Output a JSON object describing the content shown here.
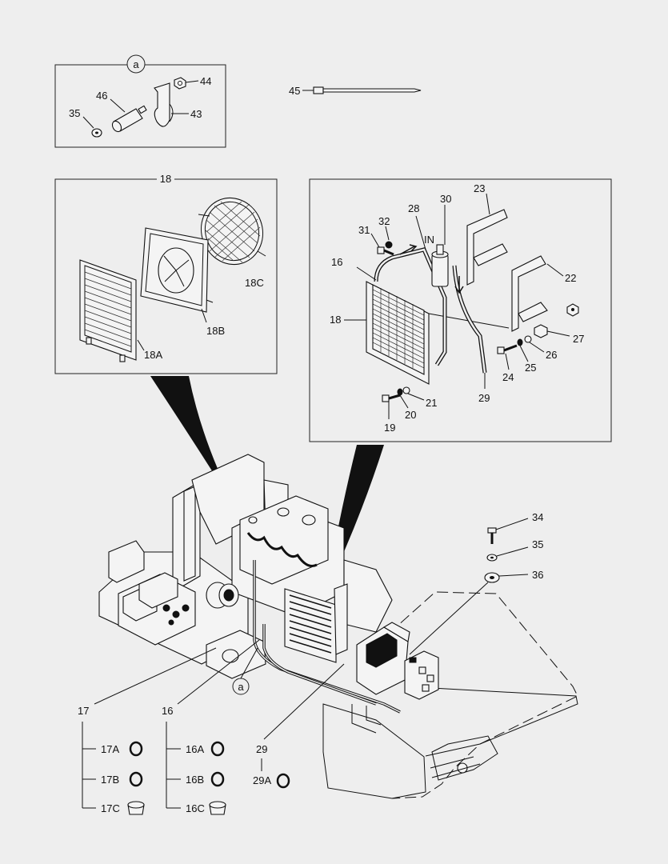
{
  "diagram": {
    "detail_a": {
      "circle_label": "a",
      "callouts": [
        "44",
        "46",
        "43",
        "35"
      ]
    },
    "tie_strap": {
      "callout": "45"
    },
    "box_18": {
      "title": "18",
      "callouts": [
        "18C",
        "18B",
        "18A"
      ]
    },
    "box_cooler": {
      "callouts": [
        "23",
        "30",
        "28",
        "32",
        "31",
        "16",
        "22",
        "18",
        "27",
        "26",
        "25",
        "24",
        "21",
        "20",
        "19",
        "29"
      ],
      "in_label": "IN"
    },
    "main": {
      "callouts": [
        "34",
        "35",
        "36",
        "17",
        "16",
        "29"
      ],
      "circle_a": "a",
      "kits": {
        "group_17": [
          "17A",
          "17B",
          "17C"
        ],
        "group_16": [
          "16A",
          "16B",
          "16C"
        ],
        "group_29": [
          "29A"
        ]
      }
    }
  }
}
